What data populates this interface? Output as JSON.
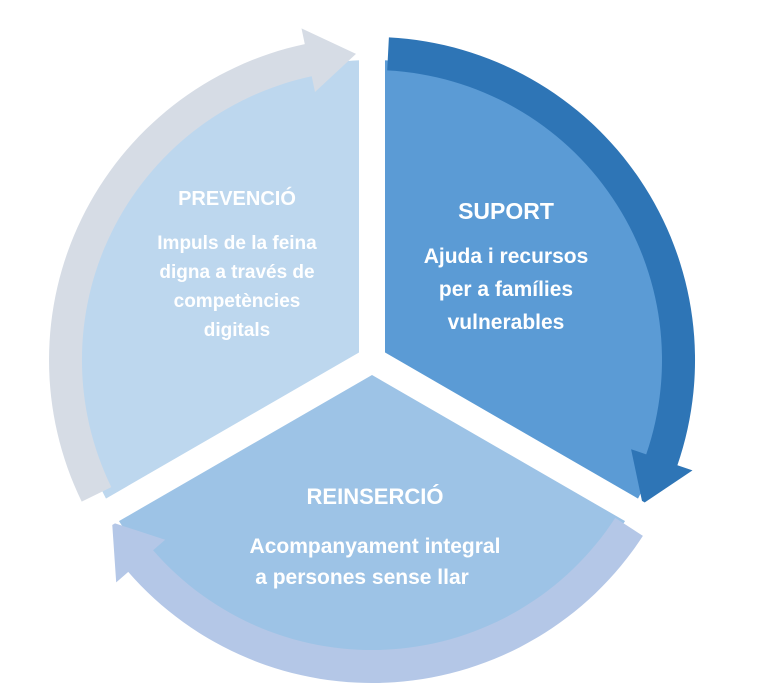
{
  "colors": {
    "prevencio_segment": "#bdd7ee",
    "prevencio_arrow": "#d6dce5",
    "suport_segment": "#5b9bd5",
    "suport_arrow": "#2e75b6",
    "reinsercio_segment": "#9dc3e6",
    "reinsercio_arrow": "#b4c7e7"
  },
  "segments": {
    "prevencio": {
      "title": "PREVENCIÓ",
      "lines": [
        "Impuls de la feina",
        "digna a través de",
        "competències",
        "digitals"
      ]
    },
    "suport": {
      "title": "SUPORT",
      "lines": [
        "Ajuda i recursos",
        "per a famílies",
        "vulnerables"
      ]
    },
    "reinsercio": {
      "title": "REINSERCIÓ",
      "lines": [
        "Acompanyament integral",
        "a persones sense llar"
      ]
    }
  }
}
